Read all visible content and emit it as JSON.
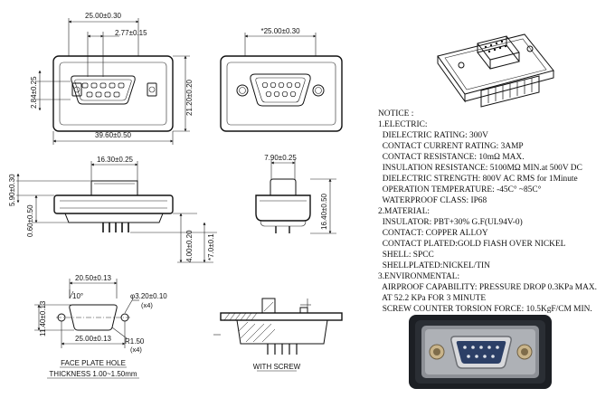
{
  "dimensions": {
    "top_width": "25.00±0.30",
    "pin_pitch": "2.77±0.15",
    "left_height": "2.84±0.25",
    "body_height": "21.20±0.20",
    "overall_width": "39.60±0.50",
    "right_top_width": "*25.00±0.30",
    "shell_width": "16.30±0.25",
    "shell_height": "5.90±0.30",
    "flange_thickness": "0.60±0.50",
    "side_shell_width": "7.90±0.25",
    "side_height": "16.40±0.50",
    "pin_length": "4.00±0.20",
    "pin_extra": "*7.0±0.1",
    "cutout_width": "20.50±0.13",
    "cutout_angle": "10°",
    "hole_dia": "φ3.20±0.10",
    "hole_qty": "(x4)",
    "cutout_height": "11.40±0.13",
    "cutout_bottom": "25.00±0.13",
    "corner_radius": "R1.50",
    "corner_qty": "(x4)"
  },
  "captions": {
    "face_plate_hole": "FACE PLATE HOLE",
    "thickness": "THICKNESS 1.00~1.50mm",
    "with_screw": "WITH SCREW"
  },
  "notice": {
    "title": "NOTICE :",
    "lines": [
      "1.ELECTRIC:",
      "  DIELECTRIC RATING: 300V",
      "  CONTACT CURRENT RATING: 3AMP",
      "  CONTACT RESISTANCE: 10mΩ MAX.",
      "  INSULATION RESISTANCE: 5100MΩ MIN.at 500V DC",
      "  DIELECTRIC STRENGTH: 800V AC RMS for 1Minute",
      "  OPERATION TEMPERATURE: -45C° ~85C°",
      "  WATERPROOF CLASS: IP68",
      "2.MATERIAL:",
      "  INSULATOR: PBT+30% G.F(UL94V-0)",
      "  CONTACT: COPPER ALLOY",
      "  CONTACT PLATED:GOLD FlASH OVER NICKEL",
      "  SHELL: SPCC",
      "  SHELLPLATED:NICKEL/TIN",
      "3.ENVIRONMENTAL:",
      "  AIRPROOF CAPABILITY: PRESSURE DROP 0.3KPa MAX.",
      "  AT 52.2 KPa FOR 3 MINUTE",
      "  SCREW COUNTER TORSION FORCE: 10.5KgF/CM MIN."
    ]
  }
}
